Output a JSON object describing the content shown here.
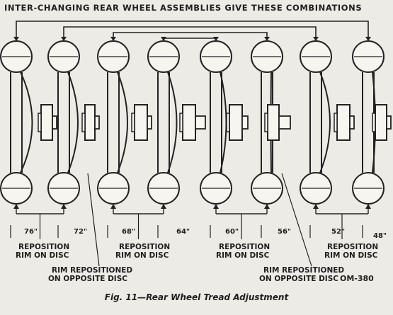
{
  "header": {
    "title": "INTER-CHANGING REAR WHEEL ASSEMBLIES GIVE THESE COMBINATIONS"
  },
  "measurements": [
    "76\"",
    "72\"",
    "68\"",
    "64\"",
    "60\"",
    "56\"",
    "52\"",
    "48\""
  ],
  "labels": {
    "reposition_1": "REPOSITION",
    "rim_on_disc_1": "RIM ON DISC",
    "rim_repositioned_1": "RIM REPOSITIONED",
    "on_opposite_disc_1": "ON OPPOSITE DISC",
    "reposition_2": "REPOSITION",
    "rim_on_disc_2": "RIM ON DISC",
    "reposition_3": "REPOSITION",
    "rim_on_disc_3": "RIM ON DISC",
    "rim_repositioned_2": "RIM REPOSITIONED",
    "on_opposite_disc_2": "ON OPPOSITE DISC",
    "reposition_4": "REPOSITION",
    "rim_on_disc_4": "RIM ON DISC"
  },
  "figure_code": "OM-380",
  "caption": "Fig. 11—Rear Wheel Tread Adjustment"
}
